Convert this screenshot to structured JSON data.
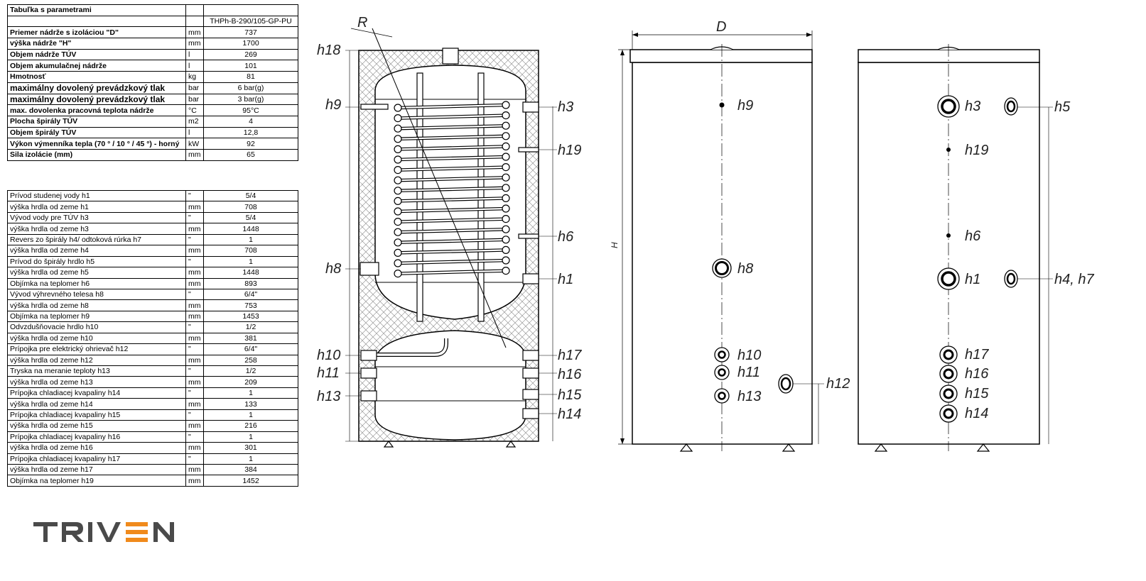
{
  "table1": {
    "title": "Tabuľka s parametrami",
    "model": "THPh-B-290/105-GP-PU",
    "rows": [
      {
        "label": "Priemer nádrže s izoláciou \"D\"",
        "unit": "mm",
        "value": "737"
      },
      {
        "label": "výška nádrže \"H\"",
        "unit": "mm",
        "value": "1700"
      },
      {
        "label": "Objem nádrže TÚV",
        "unit": "l",
        "value": "269"
      },
      {
        "label": "Objem akumulačnej nádrže",
        "unit": "l",
        "value": "101"
      },
      {
        "label": "Hmotnosť",
        "unit": "kg",
        "value": "81"
      },
      {
        "label": "maximálny dovolený prevádzkový tlak",
        "unit": "bar",
        "value": "6 bar(g)"
      },
      {
        "label": "maximálny dovolený prevádzkový tlak",
        "unit": "bar",
        "value": "3 bar(g)"
      },
      {
        "label": "max. dovolenka pracovná teplota nádrže",
        "unit": "°C",
        "value": "95°C"
      },
      {
        "label": "Plocha špirály TÚV",
        "unit": "m2",
        "value": "4"
      },
      {
        "label": "Objem špirály TÚV",
        "unit": "l",
        "value": "12,8"
      },
      {
        "label": "Výkon výmenníka tepla (70 ° / 10 ° / 45 °) - horný",
        "unit": "kW",
        "value": "92"
      },
      {
        "label": "Sila izolácie (mm)",
        "unit": "mm",
        "value": "65"
      }
    ]
  },
  "table2": {
    "rows": [
      {
        "label": "Prívod studenej vody h1",
        "unit": "\"",
        "value": "5/4"
      },
      {
        "label": "výška hrdla od zeme h1",
        "unit": "mm",
        "value": "708"
      },
      {
        "label": "Vývod vody pre TÚV h3",
        "unit": "\"",
        "value": "5/4"
      },
      {
        "label": "výška hrdla od zeme h3",
        "unit": "mm",
        "value": "1448"
      },
      {
        "label": "Revers zo špirály h4/ odtoková rúrka h7",
        "unit": "\"",
        "value": "1"
      },
      {
        "label": "výška hrdla od zeme h4",
        "unit": "mm",
        "value": "708"
      },
      {
        "label": "Prívod do špirály hrdlo h5",
        "unit": "\"",
        "value": "1"
      },
      {
        "label": "výška hrdla od zeme h5",
        "unit": "mm",
        "value": "1448"
      },
      {
        "label": "Objímka na teplomer h6",
        "unit": "mm",
        "value": "893"
      },
      {
        "label": "Vývod výhrevného telesa h8",
        "unit": "\"",
        "value": "6/4\""
      },
      {
        "label": "výška hrdla od zeme h8",
        "unit": "mm",
        "value": "753"
      },
      {
        "label": "Objímka na teplomer h9",
        "unit": "mm",
        "value": "1453"
      },
      {
        "label": "Odvzdušňovacie hrdlo h10",
        "unit": "\"",
        "value": "1/2"
      },
      {
        "label": "výška hrdla od zeme h10",
        "unit": "mm",
        "value": "381"
      },
      {
        "label": "Prípojka pre elektrický ohrievač h12",
        "unit": "\"",
        "value": "6/4\""
      },
      {
        "label": "výška hrdla od zeme h12",
        "unit": "mm",
        "value": "258"
      },
      {
        "label": "Tryska na meranie teploty h13",
        "unit": "\"",
        "value": "1/2"
      },
      {
        "label": "výška hrdla od zeme h13",
        "unit": "mm",
        "value": "209"
      },
      {
        "label": "Prípojka chladiacej kvapaliny h14",
        "unit": "\"",
        "value": "1"
      },
      {
        "label": "výška hrdla od zeme h14",
        "unit": "mm",
        "value": "133"
      },
      {
        "label": "Prípojka chladiacej kvapaliny h15",
        "unit": "\"",
        "value": "1"
      },
      {
        "label": "výška hrdla od zeme h15",
        "unit": "mm",
        "value": "216"
      },
      {
        "label": "Prípojka chladiacej kvapaliny h16",
        "unit": "\"",
        "value": "1"
      },
      {
        "label": "výška hrdla od zeme h16",
        "unit": "mm",
        "value": "301"
      },
      {
        "label": "Prípojka chladiacej kvapaliny h17",
        "unit": "\"",
        "value": "1"
      },
      {
        "label": "výška hrdla od zeme h17",
        "unit": "mm",
        "value": "384"
      },
      {
        "label": "Objímka na teplomer h19",
        "unit": "mm",
        "value": "1452"
      }
    ]
  },
  "section_labels": {
    "R": "R",
    "h18": "h18",
    "h9": "h9",
    "h8": "h8",
    "h10": "h10",
    "h11": "h11",
    "h13": "h13",
    "h3": "h3",
    "h19": "h19",
    "h6": "h6",
    "h1": "h1",
    "h17": "h17",
    "h16": "h16",
    "h15": "h15",
    "h14": "h14"
  },
  "front_labels": {
    "D": "D",
    "H": "H",
    "h9": "h9",
    "h8": "h8",
    "h10": "h10",
    "h11": "h11",
    "h13": "h13",
    "h12": "h12"
  },
  "side_labels": {
    "h3": "h3",
    "h5": "h5",
    "h19": "h19",
    "h6": "h6",
    "h1": "h1",
    "h4h7": "h4, h7",
    "h17": "h17",
    "h16": "h16",
    "h15": "h15",
    "h14": "h14"
  },
  "logo": {
    "text": "TRIVEN",
    "color_dark": "#4a4a4a",
    "color_accent": "#f08a1c"
  }
}
